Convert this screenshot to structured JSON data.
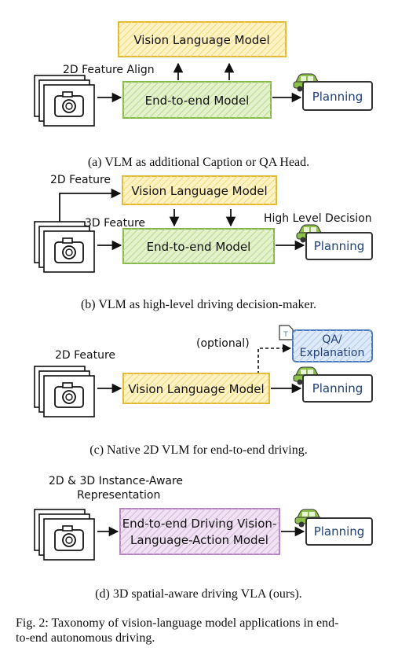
{
  "panels": {
    "a": {
      "vlm_label": "Vision Language Model",
      "feature_label": "2D Feature Align",
      "e2e_label": "End-to-end Model",
      "planning_label": "Planning",
      "caption": "(a) VLM as additional Caption or QA Head."
    },
    "b": {
      "feature2d_label": "2D Feature",
      "vlm_label": "Vision Language Model",
      "feature3d_label": "3D Feature",
      "decision_label": "High Level Decision",
      "e2e_label": "End-to-end Model",
      "planning_label": "Planning",
      "caption": "(b) VLM as high-level driving decision-maker."
    },
    "c": {
      "optional_label": "(optional)",
      "qa_label_line1": "QA/",
      "qa_label_line2": "Explanation",
      "feature_label": "2D Feature",
      "vlm_label": "Vision Language Model",
      "planning_label": "Planning",
      "caption": "(c) Native 2D VLM for end-to-end driving."
    },
    "d": {
      "feature_line1": "2D & 3D Instance-Aware",
      "feature_line2": "Representation",
      "vla_line1": "End-to-end Driving Vision-",
      "vla_line2": "Language-Action Model",
      "planning_label": "Planning",
      "caption": "(d) 3D spatial-aware driving VLA (ours)."
    }
  },
  "figure_caption_line1": "Fig. 2: Taxonomy of vision-language model applications in end-",
  "figure_caption_line2": "to-end autonomous driving.",
  "colors": {
    "vlm_yellow": "#fff3c4",
    "e2e_green": "#e3f1cc",
    "vla_purple": "#f0e2f3",
    "qa_blue": "#dfeaf9",
    "car_green": "#8cc04a"
  },
  "icons": [
    "camera-stack-icon",
    "car-icon",
    "document-icon"
  ]
}
